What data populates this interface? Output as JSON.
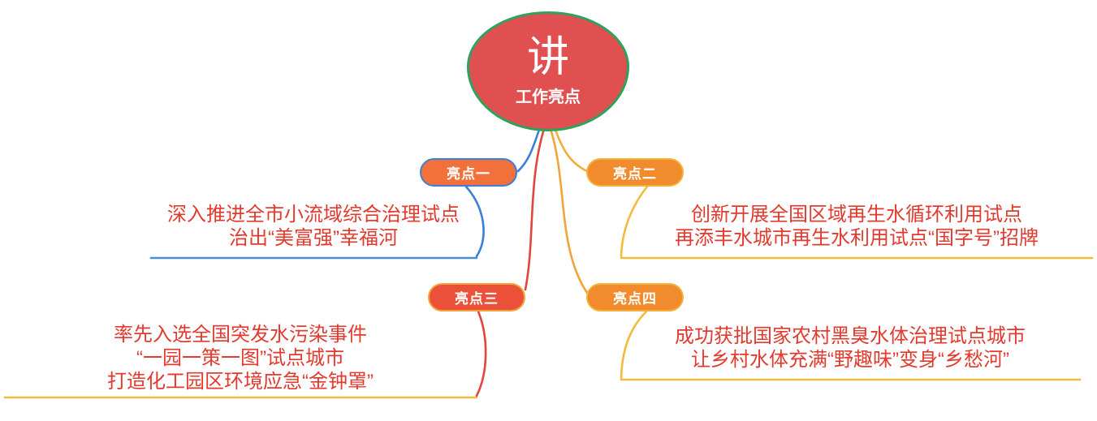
{
  "canvas": {
    "background": "#ffffff"
  },
  "root": {
    "big_char": "讲",
    "subtitle": "工作亮点",
    "fill": "#e15050",
    "border": "#2fa15c",
    "text_color": "#ffffff"
  },
  "branches": [
    {
      "badge": "亮点一",
      "text_lines": [
        "深入推进全市小流域综合治理试点",
        "治出“美富强”幸福河"
      ],
      "colors": {
        "badge_fill": "#f2703c",
        "badge_border": "#3b7fd8",
        "line": "#3b7fd8",
        "underline": "#4a8fd4",
        "text": "#e23a2e"
      }
    },
    {
      "badge": "亮点二",
      "text_lines": [
        "创新开展全国区域再生水循环利用试点",
        "再添丰水城市再生水利用试点“国字号”招牌"
      ],
      "colors": {
        "badge_fill": "#f28a2e",
        "badge_border": "#f3b23a",
        "line": "#f2ae3a",
        "underline": "#f3bb3b",
        "text": "#e23a2e"
      }
    },
    {
      "badge": "亮点三",
      "text_lines": [
        "率先入选全国突发水污染事件",
        "“一园一策一图”试点城市",
        "打造化工园区环境应急“金钟罩”"
      ],
      "colors": {
        "badge_fill": "#ea5138",
        "badge_border": "#f2a43a",
        "line": "#e0453e",
        "underline": "#f3bb3b",
        "text": "#e23a2e"
      }
    },
    {
      "badge": "亮点四",
      "text_lines": [
        "成功获批国家农村黑臭水体治理试点城市",
        "让乡村水体充满“野趣味”变身“乡愁河”"
      ],
      "colors": {
        "badge_fill": "#f28a2e",
        "badge_border": "#f3b23a",
        "line": "#f2a43a",
        "underline": "#f3bb3b",
        "text": "#e23a2e"
      }
    }
  ]
}
